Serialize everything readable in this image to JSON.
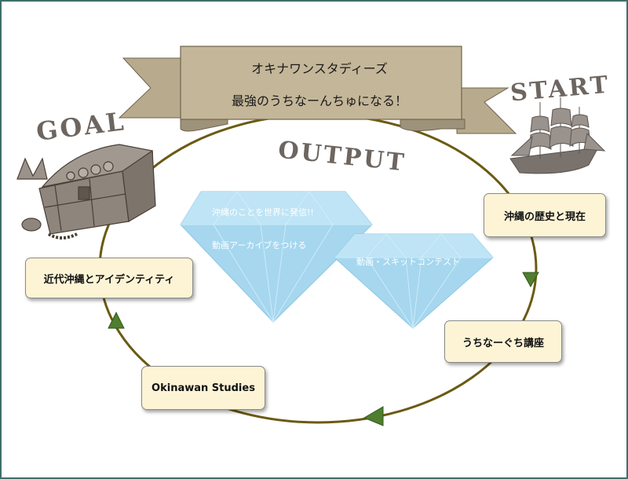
{
  "banner": {
    "line1": "オキナワンスタディーズ",
    "line2": "最強のうちなーんちゅになる！"
  },
  "labels": {
    "start": "START",
    "goal": "GOAL",
    "output": "OUTPUT"
  },
  "steps": [
    "沖縄の歴史と現在",
    "うちなーぐち講座",
    "Okinawan Studies",
    "近代沖縄とアイデンティティ"
  ],
  "diamond_left": {
    "line1": "沖縄のことを世界に発信!!",
    "line2": "動画アーカイブをつける"
  },
  "diamond_right": {
    "line1": "動画・スキットコンテスト"
  },
  "colors": {
    "cycle_line": "#6b5a12",
    "arrow": "#4e7e2e",
    "banner": "#b8aa8c",
    "box_fill": "#fdf4d6",
    "diamond": "#a6d7ef",
    "frame": "#3f6f6a"
  },
  "icons": [
    "ship-icon",
    "treasure-chest-icon"
  ]
}
